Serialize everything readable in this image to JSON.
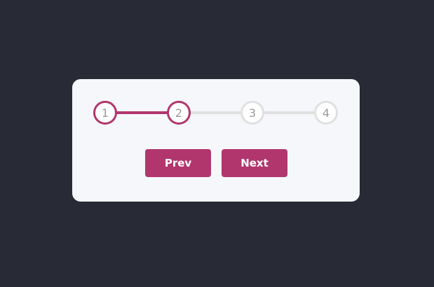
{
  "stepper": {
    "steps": [
      {
        "label": "1",
        "state": "active"
      },
      {
        "label": "2",
        "state": "active"
      },
      {
        "label": "3",
        "state": "inactive"
      },
      {
        "label": "4",
        "state": "inactive"
      }
    ],
    "progress_fraction": 0.333,
    "active_color": "#b1366d",
    "inactive_color": "#e0e0e0"
  },
  "buttons": {
    "prev_label": "Prev",
    "next_label": "Next"
  },
  "colors": {
    "background": "#282a36",
    "card": "#f5f7fb",
    "accent": "#b1366d"
  }
}
